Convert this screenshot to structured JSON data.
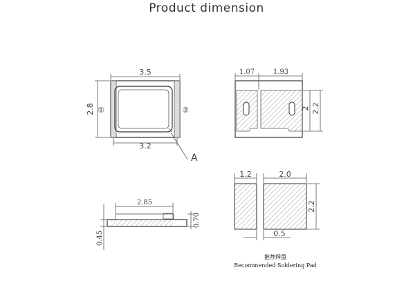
{
  "title": "Product dimension",
  "top_view": {
    "width_label": "3.5",
    "height_label": "2.8",
    "inner_width_label": "3.2",
    "pin1_label": "①",
    "pin2_label": "②",
    "callout_label": "A"
  },
  "bottom_view": {
    "pad_left_label": "1.07",
    "pad_right_label": "1.93",
    "outer_height_label": "2.2",
    "inner_height_label": "2"
  },
  "side_view": {
    "width_label": "2.85",
    "height_label": "0.70",
    "base_label": "0.45"
  },
  "solder_pad": {
    "left_width_label": "1.2",
    "right_width_label": "2.0",
    "height_label": "2.2",
    "gap_label": "0.5",
    "caption_cn": "推荐焊盘",
    "caption_en": "Recommended Soldering Pad"
  }
}
